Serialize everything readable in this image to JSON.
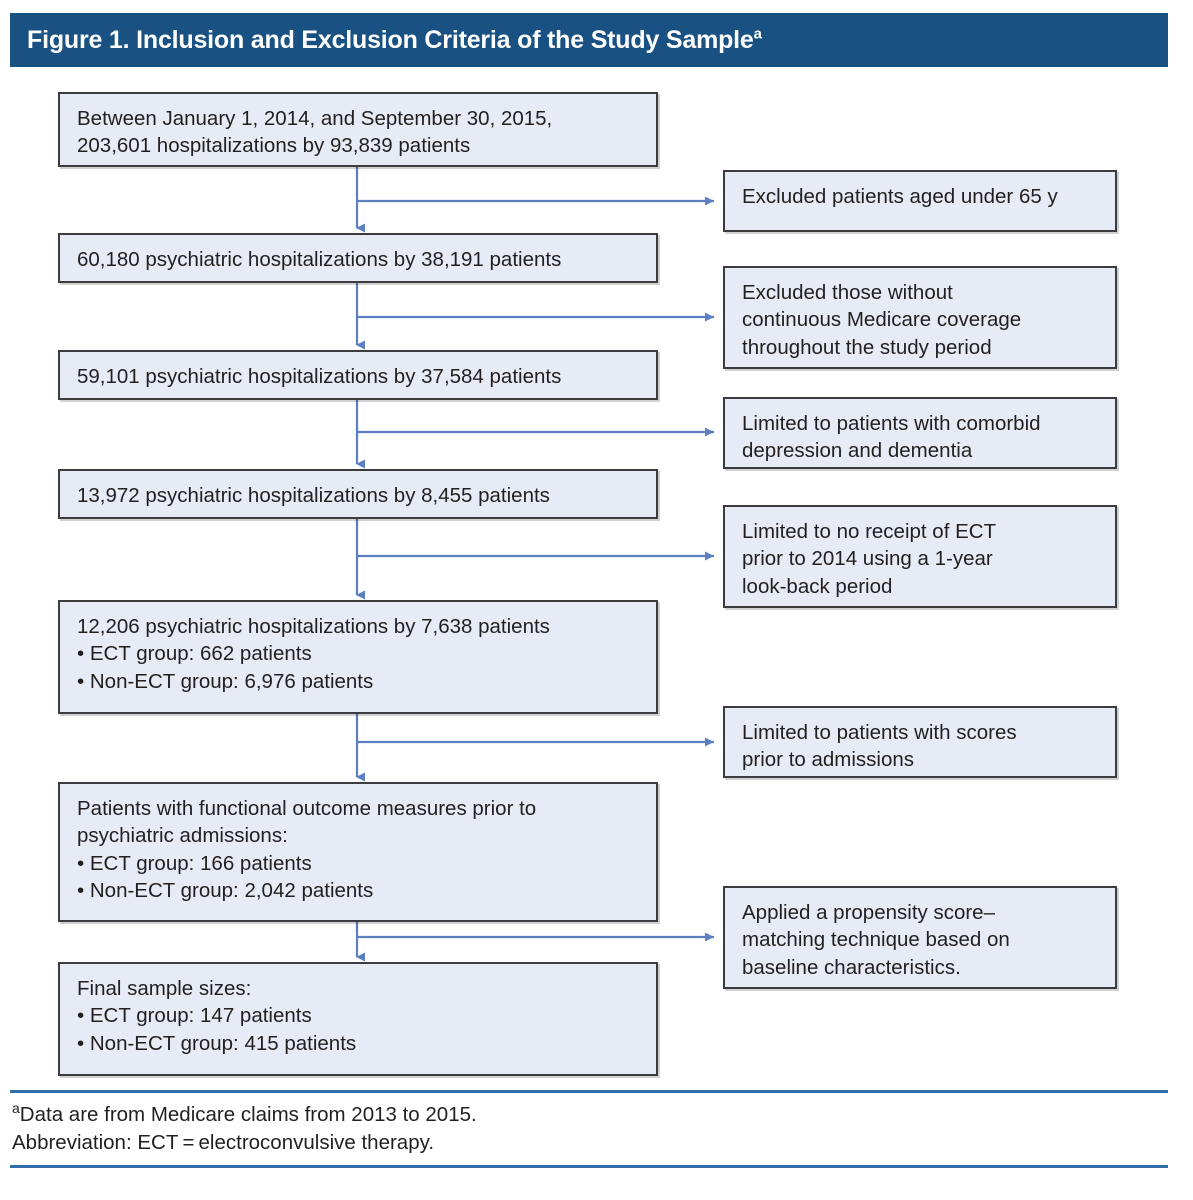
{
  "header": {
    "title": "Figure 1. Inclusion and Exclusion Criteria of the Study Sample",
    "title_superscript": "a",
    "background_color": "#185182",
    "text_color": "#ffffff"
  },
  "colors": {
    "box_fill": "#e7ebf5",
    "box_border": "#3b3b40",
    "connector": "#5b7fc0",
    "rule": "#2f6ea8",
    "text": "#231f20"
  },
  "flow": {
    "main_nodes": [
      {
        "id": "node-cohort",
        "name": "initial-cohort-box",
        "lines": [
          "Between January 1, 2014, and September 30, 2015,",
          "203,601 hospitalizations by 93,839 patients"
        ]
      },
      {
        "id": "node-psych-60180",
        "name": "psychiatric-hospitalizations-60180-box",
        "lines": [
          "60,180 psychiatric hospitalizations by 38,191 patients"
        ]
      },
      {
        "id": "node-psych-59101",
        "name": "psychiatric-hospitalizations-59101-box",
        "lines": [
          "59,101 psychiatric hospitalizations by 37,584 patients"
        ]
      },
      {
        "id": "node-psych-13972",
        "name": "psychiatric-hospitalizations-13972-box",
        "lines": [
          "13,972 psychiatric hospitalizations by 8,455 patients"
        ]
      },
      {
        "id": "node-psych-12206",
        "name": "psychiatric-hospitalizations-12206-box",
        "lines": [
          "12,206 psychiatric hospitalizations by 7,638 patients",
          "• ECT group: 662 patients",
          "• Non-ECT group: 6,976 patients"
        ]
      },
      {
        "id": "node-functional-outcomes",
        "name": "functional-outcome-measures-box",
        "lines": [
          "Patients with functional outcome measures prior to",
          "psychiatric admissions:",
          "• ECT group: 166 patients",
          "• Non-ECT group: 2,042 patients"
        ]
      },
      {
        "id": "node-final-sample",
        "name": "final-sample-sizes-box",
        "lines": [
          "Final sample sizes:",
          "• ECT group: 147 patients",
          "• Non-ECT group: 415 patients"
        ]
      }
    ],
    "side_nodes": [
      {
        "id": "side-age",
        "name": "excluded-under-65-box",
        "lines": [
          "Excluded patients aged under 65 y"
        ]
      },
      {
        "id": "side-coverage",
        "name": "excluded-no-continuous-coverage-box",
        "lines": [
          "Excluded those without",
          "continuous Medicare coverage",
          "throughout the study period"
        ]
      },
      {
        "id": "side-comorbid",
        "name": "limited-comorbid-depression-dementia-box",
        "lines": [
          "Limited to patients with comorbid",
          "depression and dementia"
        ]
      },
      {
        "id": "side-ect-prior",
        "name": "limited-no-prior-ect-box",
        "lines": [
          "Limited to no receipt of ECT",
          "prior to 2014 using a 1-year",
          "look-back period"
        ]
      },
      {
        "id": "side-scores",
        "name": "limited-scores-prior-admission-box",
        "lines": [
          "Limited to patients with scores",
          "prior to admissions"
        ]
      },
      {
        "id": "side-propensity",
        "name": "propensity-score-matching-box",
        "lines": [
          "Applied a propensity score–",
          "matching technique based on",
          "baseline characteristics."
        ]
      }
    ]
  },
  "footnote": {
    "marker": "a",
    "line1": "Data are from Medicare claims from 2013 to 2015.",
    "line2": "Abbreviation: ECT = electroconvulsive therapy."
  }
}
